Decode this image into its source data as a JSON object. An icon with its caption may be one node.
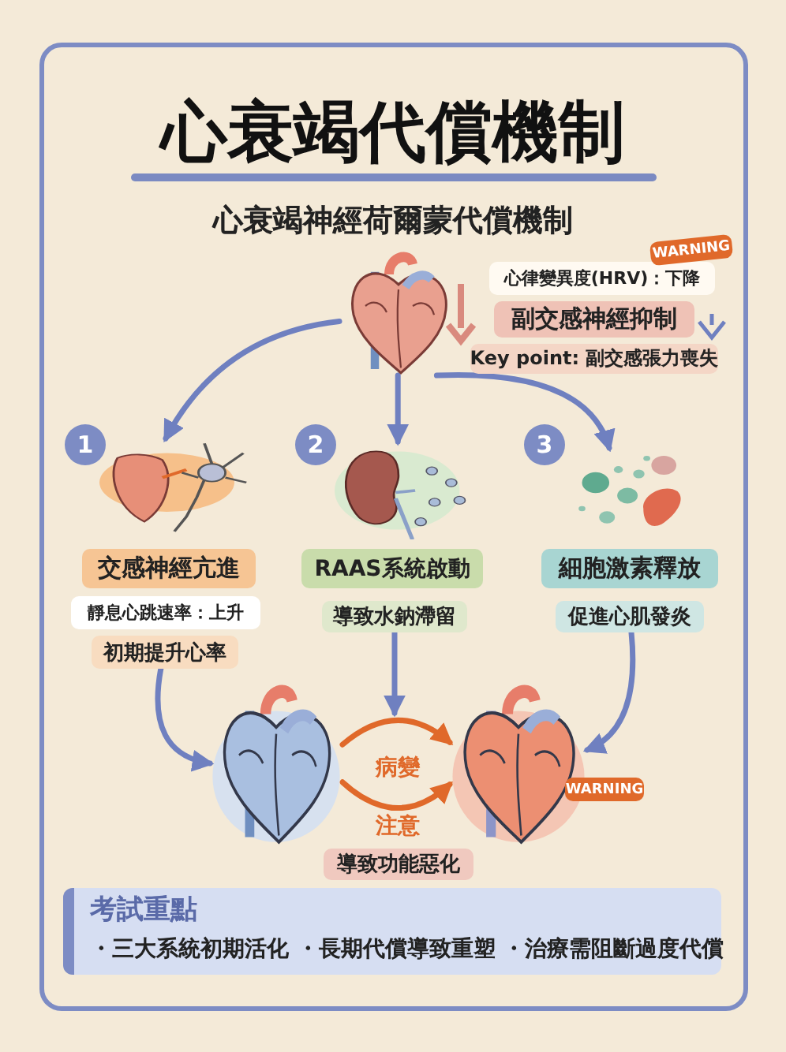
{
  "diagram": {
    "title": "心衰竭代償機制",
    "nodes": [
      {
        "text": [],
        "shape": "picture"
      },
      {
        "text": [
          "心律變異度(HRV)：下降"
        ]
      },
      {
        "text": [
          "WARNING"
        ]
      },
      {
        "text": [
          "副交感神經抑制"
        ]
      },
      {
        "text": [
          "Key point: 副交感張力喪失"
        ]
      },
      {
        "text": [
          "1"
        ]
      },
      {
        "text": [],
        "shape": "picture"
      },
      {
        "text": [
          "交感神經亢進"
        ]
      },
      {
        "text": [
          "靜息心跳速率：上升"
        ]
      },
      {
        "text": [
          "初期提升心率"
        ]
      },
      {
        "text": [
          "2"
        ]
      },
      {
        "text": [],
        "shape": "picture"
      },
      {
        "text": [
          "RAAS系統啟動"
        ]
      },
      {
        "text": [
          "導致水鈉滯留"
        ]
      },
      {
        "text": [
          "3"
        ]
      },
      {
        "text": [],
        "shape": "picture"
      },
      {
        "text": [
          "細胞激素釋放"
        ]
      },
      {
        "text": [
          "促進心肌發炎"
        ]
      },
      {
        "text": [],
        "shape": "picture"
      },
      {
        "text": [],
        "shape": "picture"
      },
      {
        "text": [
          "WARNING"
        ]
      },
      {
        "text": [
          "導致功能惡化"
        ]
      },
      {
        "text": [
          "考試重點",
          "・三大系統初期活化 ・長期代償導致重塑 ・治療需阻斷過度代償"
        ]
      }
    ],
    "edges": [
      {
        "from": 0,
        "to": 6,
        "arrow": "to"
      },
      {
        "from": 0,
        "to": 11,
        "arrow": "to"
      },
      {
        "from": 0,
        "to": 15,
        "arrow": "to"
      },
      {
        "from": 9,
        "to": 18,
        "arrow": "to"
      },
      {
        "from": 13,
        "to": null,
        "arrow": "to"
      },
      {
        "from": 17,
        "to": 19,
        "arrow": "to"
      },
      {
        "from": 18,
        "to": 19,
        "arrow": "to",
        "label": "病變",
        "color": "#e0692a"
      },
      {
        "from": 18,
        "to": 19,
        "arrow": "to",
        "label": "注意",
        "color": "#e0692a"
      }
    ],
    "labels": [
      "心衰竭神經荷爾蒙代償機制"
    ]
  }
}
